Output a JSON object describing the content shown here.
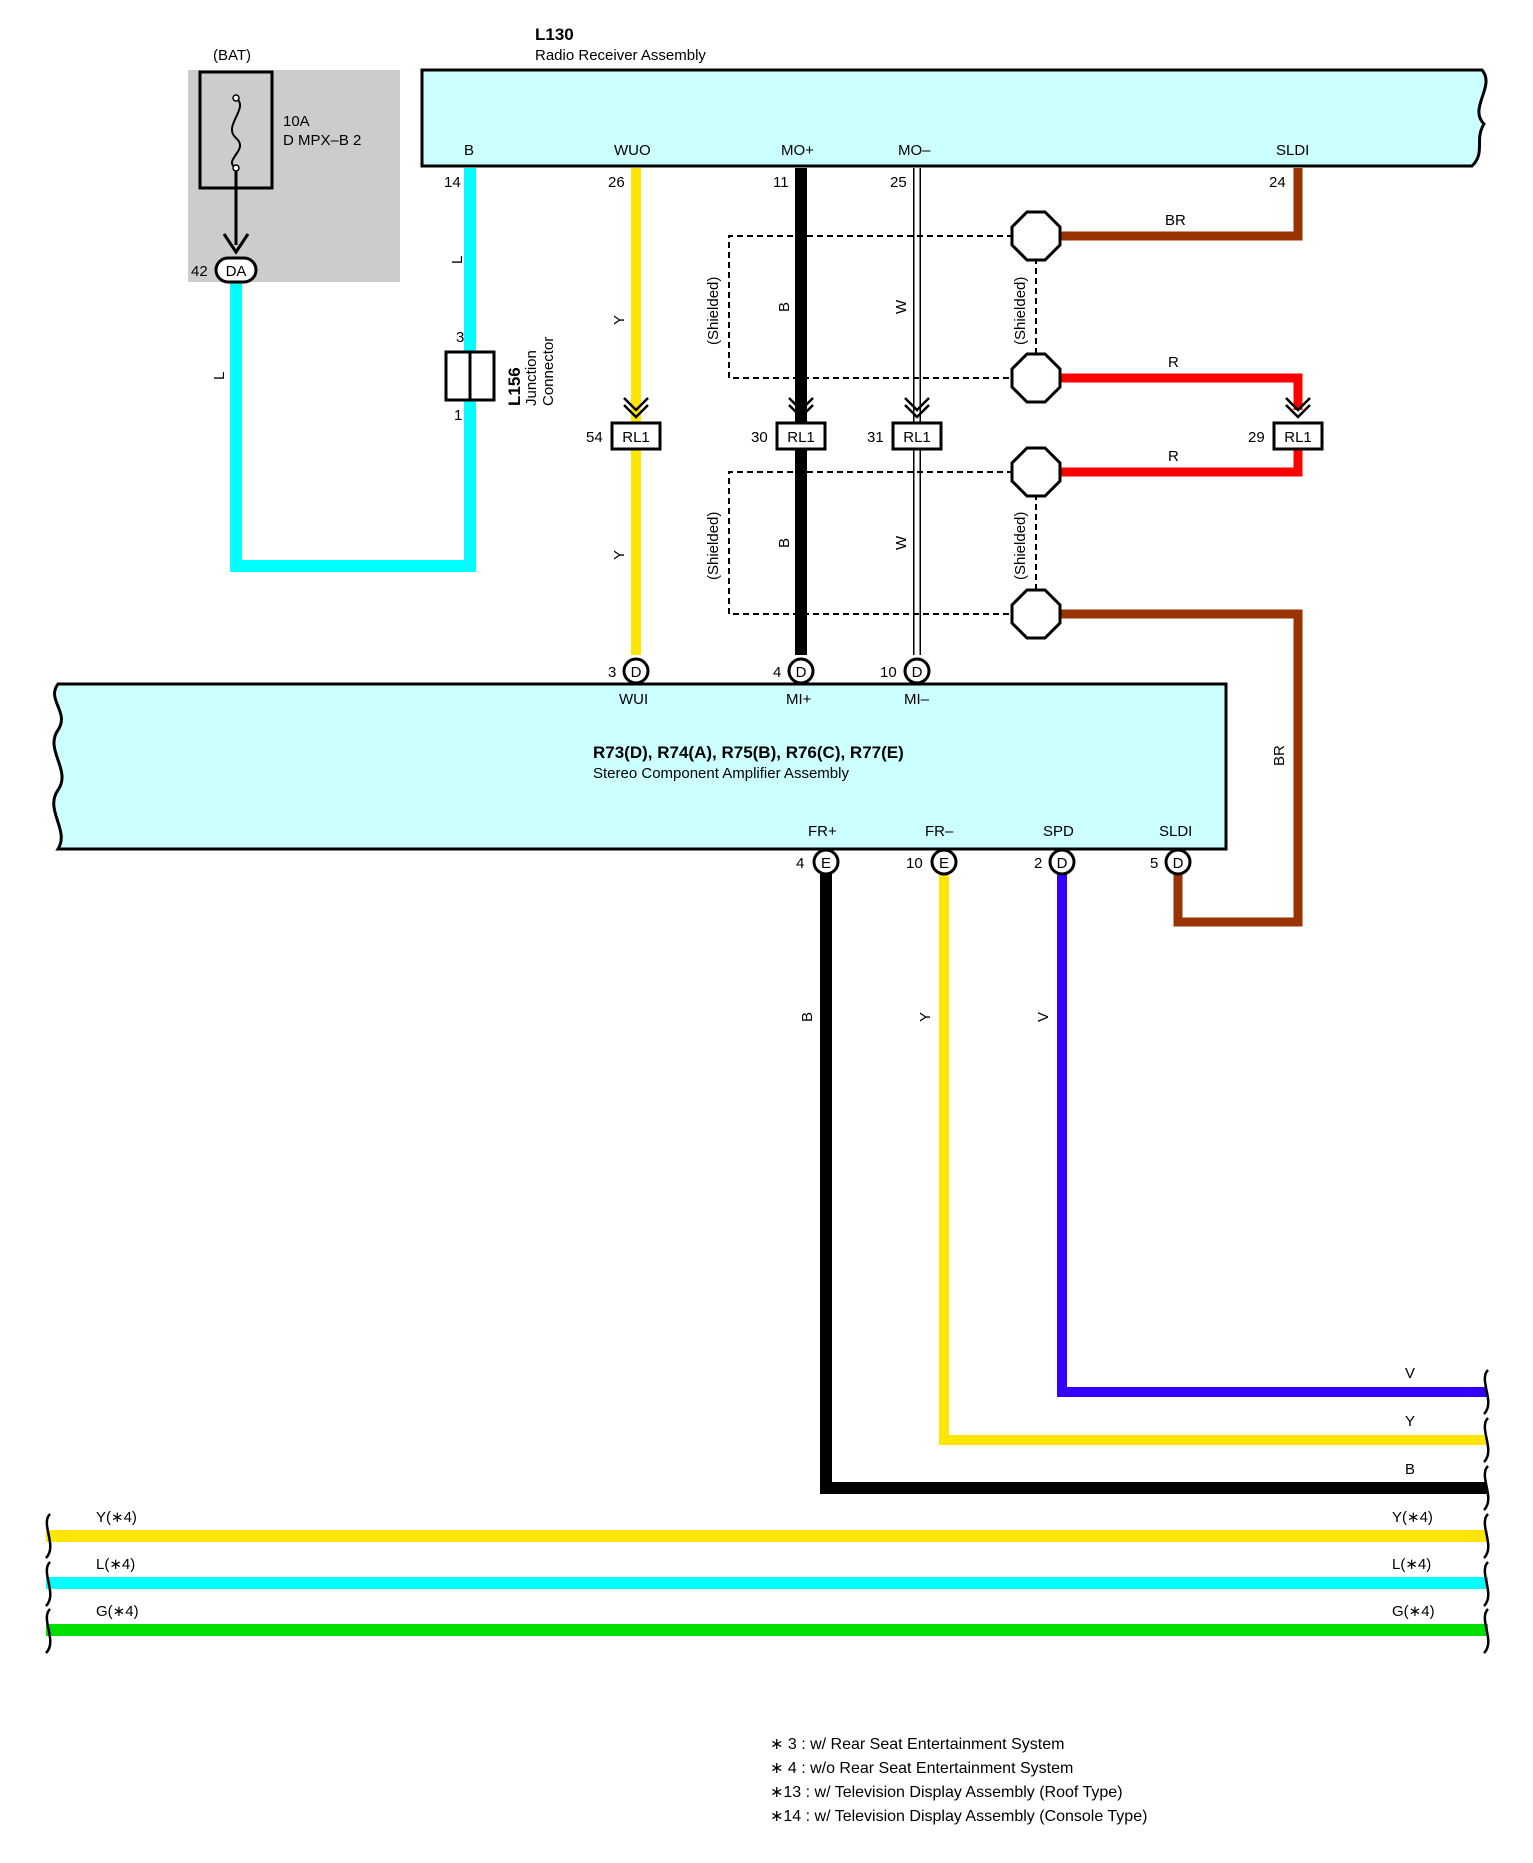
{
  "fuse": {
    "source": "(BAT)",
    "rating": "10A",
    "name": "D MPX–B 2",
    "pin": "42",
    "connector": "DA"
  },
  "radio": {
    "code": "L130",
    "name": "Radio Receiver Assembly",
    "terminals": {
      "b": "B",
      "wuo": "WUO",
      "mo_plus": "MO+",
      "mo_minus": "MO–",
      "sldi": "SLDI"
    },
    "pins": {
      "b": "14",
      "wuo": "26",
      "mo_plus": "11",
      "mo_minus": "25",
      "sldi": "24"
    }
  },
  "junction": {
    "code": "L156",
    "line1": "Junction",
    "line2": "Connector",
    "pin_top": "3",
    "pin_bottom": "1"
  },
  "rl1": {
    "label": "RL1",
    "pins": {
      "y": "54",
      "b": "30",
      "w": "31",
      "r": "29"
    }
  },
  "amp": {
    "codes": "R73(D), R74(A), R75(B), R76(C), R77(E)",
    "name": "Stereo Component Amplifier Assembly",
    "top_terminals": {
      "wui": "WUI",
      "mi_plus": "MI+",
      "mi_minus": "MI–"
    },
    "top_pins": {
      "wui": "3",
      "mi_plus": "4",
      "mi_minus": "10"
    },
    "top_connector": "D",
    "bottom_terminals": {
      "fr_plus": "FR+",
      "fr_minus": "FR–",
      "spd": "SPD",
      "sldi": "SLDI"
    },
    "bottom_pins": {
      "fr_plus": "4",
      "fr_minus": "10",
      "spd": "2",
      "sldi": "5"
    },
    "bottom_connectors": {
      "fr_plus": "E",
      "fr_minus": "E",
      "spd": "D",
      "sldi": "D"
    }
  },
  "shielded": "(Shielded)",
  "wire_labels": {
    "l": "L",
    "y": "Y",
    "b": "B",
    "w": "W",
    "br": "BR",
    "r": "R",
    "v": "V"
  },
  "bus_labels": {
    "y4": "Y(∗4)",
    "l4": "L(∗4)",
    "g4": "G(∗4)"
  },
  "notes": [
    "∗ 3 : w/ Rear Seat Entertainment System",
    "∗ 4 : w/o Rear Seat Entertainment System",
    "∗13 : w/ Television Display Assembly (Roof Type)",
    "∗14 : w/ Television Display Assembly (Console Type)"
  ],
  "colors": {
    "cyan": "#00FFFF",
    "yellow": "#FFE600",
    "black": "#000000",
    "brown": "#993300",
    "red": "#FF0000",
    "violet": "#3300FF",
    "green": "#00E000",
    "box_fill": "#CCFFFF",
    "fuse_bg": "#CCCCCC"
  }
}
